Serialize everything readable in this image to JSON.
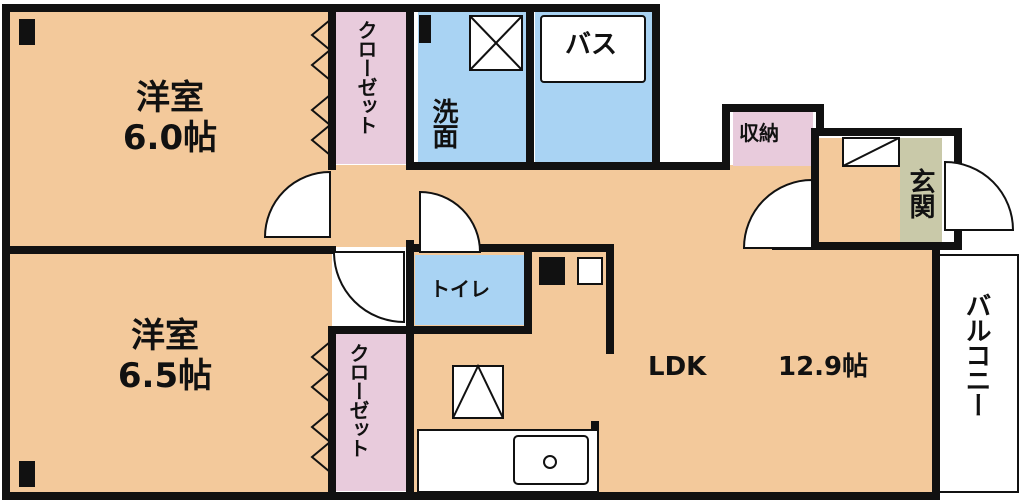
{
  "rooms": {
    "western_room_1": {
      "name": "洋室",
      "size": "6.0帖"
    },
    "western_room_2": {
      "name": "洋室",
      "size": "6.5帖"
    },
    "closet_1": "クローゼット",
    "closet_2": "クローゼット",
    "washroom": "洗面",
    "bath": "バス",
    "storage": "収納",
    "entrance": "玄関",
    "toilet": "トイレ",
    "ldk": {
      "name": "LDK",
      "size": "12.9帖"
    },
    "balcony": "バルコニー"
  },
  "colors": {
    "room": "#f3c99b",
    "closet": "#e8cbdc",
    "water": "#a9d3f3",
    "entrance": "#c9c9a9",
    "wall": "#111111"
  }
}
